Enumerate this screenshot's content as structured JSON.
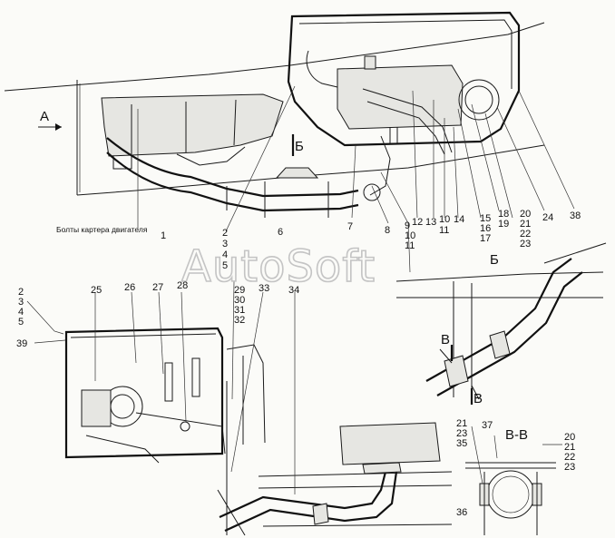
{
  "watermark": "AutoSoft",
  "caption_bolts": "Болты картера двигателя",
  "views": {
    "arrow_a": "А",
    "section_b": "Б",
    "view_b_title": "Б",
    "section_vv_mark": "В",
    "section_vv_title": "В-В"
  },
  "callouts": {
    "c1": "1",
    "c2": "2",
    "c3": "3",
    "c4": "4",
    "c5": "5",
    "c6": "6",
    "c7": "7",
    "c8": "8",
    "c9": "9",
    "c10": "10",
    "c11": "11",
    "c12": "12",
    "c13": "13",
    "c10b": "10",
    "c11b": "11",
    "c14": "14",
    "c15": "15",
    "c16": "16",
    "c17": "17",
    "c18": "18",
    "c19": "19",
    "c20": "20",
    "c21": "21",
    "c22": "22",
    "c23": "23",
    "c24": "24",
    "c38": "38",
    "c2b": "2",
    "c3b": "3",
    "c4b": "4",
    "c5b": "5",
    "c39": "39",
    "c25": "25",
    "c26": "26",
    "c27": "27",
    "c28": "28",
    "c29": "29",
    "c30": "30",
    "c31": "31",
    "c32": "32",
    "c33": "33",
    "c34": "34",
    "c21b": "21",
    "c23b": "23",
    "c35": "35",
    "c36": "36",
    "c37": "37",
    "c20b": "20",
    "c21c": "21",
    "c22b": "22",
    "c23c": "23"
  }
}
